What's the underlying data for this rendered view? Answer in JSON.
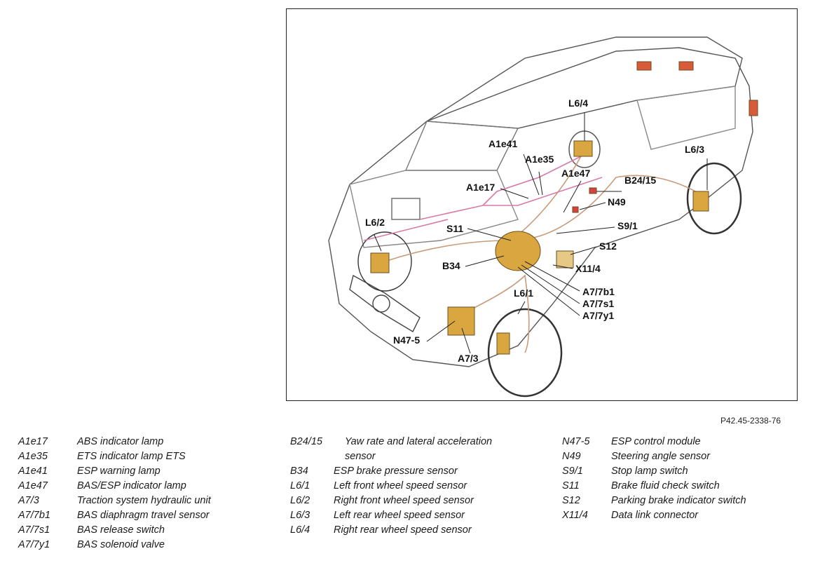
{
  "figure": {
    "reference_code": "P42.45-2338-76",
    "callouts": {
      "l6_4": "L6/4",
      "a1e41": "A1e41",
      "a1e35": "A1e35",
      "a1e47": "A1e47",
      "b24_15": "B24/15",
      "l6_3": "L6/3",
      "a1e17": "A1e17",
      "n49": "N49",
      "l6_2": "L6/2",
      "s11": "S11",
      "s9_1": "S9/1",
      "s12": "S12",
      "b34": "B34",
      "x11_4": "X11/4",
      "l6_1": "L6/1",
      "a7_7b1": "A7/7b1",
      "a7_7s1": "A7/7s1",
      "a7_7y1": "A7/7y1",
      "n47_5": "N47-5",
      "a7_3": "A7/3"
    }
  },
  "legend": {
    "column1": [
      {
        "code": "A1e17",
        "description": "ABS indicator lamp"
      },
      {
        "code": "A1e35",
        "description": "ETS indicator lamp ETS"
      },
      {
        "code": "A1e41",
        "description": "ESP warning lamp"
      },
      {
        "code": "A1e47",
        "description": "BAS/ESP indicator lamp"
      },
      {
        "code": "A7/3",
        "description": "Traction system hydraulic unit"
      },
      {
        "code": "A7/7b1",
        "description": "BAS diaphragm travel sensor"
      },
      {
        "code": "A7/7s1",
        "description": "BAS release switch"
      },
      {
        "code": "A7/7y1",
        "description": "BAS solenoid valve"
      }
    ],
    "column2_first": {
      "code": "B24/15",
      "description_line1": "Yaw rate and lateral acceleration",
      "description_line2": "sensor"
    },
    "column2": [
      {
        "code": "B34",
        "description": "ESP brake pressure sensor"
      },
      {
        "code": "L6/1",
        "description": "Left front wheel speed sensor"
      },
      {
        "code": "L6/2",
        "description": "Right front wheel speed sensor"
      },
      {
        "code": "L6/3",
        "description": "Left rear wheel speed sensor"
      },
      {
        "code": "L6/4",
        "description": "Right rear wheel speed sensor"
      }
    ],
    "column3": [
      {
        "code": "N47-5",
        "description": "ESP control module"
      },
      {
        "code": "N49",
        "description": "Steering angle sensor"
      },
      {
        "code": "S9/1",
        "description": "Stop lamp switch"
      },
      {
        "code": "S11",
        "description": "Brake fluid check switch"
      },
      {
        "code": "S12",
        "description": "Parking brake indicator switch"
      },
      {
        "code": "X11/4",
        "description": "Data link connector"
      }
    ]
  }
}
